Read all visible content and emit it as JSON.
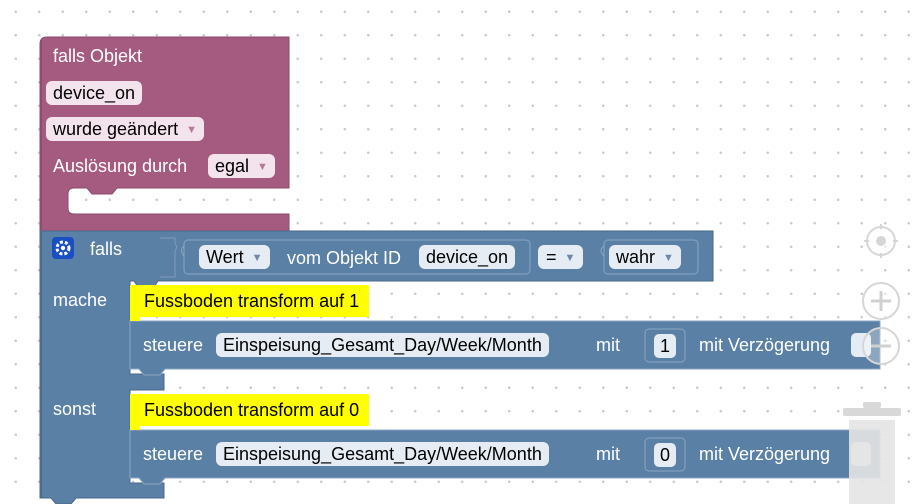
{
  "trigger": {
    "title": "falls Objekt",
    "object_id": "device_on",
    "event": "wurde geändert",
    "trigger_label": "Auslösung durch",
    "trigger_value": "egal"
  },
  "if_block": {
    "keyword": "falls",
    "value_dropdown": "Wert",
    "object_label": "vom Objekt ID",
    "object_id": "device_on",
    "operator": "=",
    "compare_value": "wahr",
    "then_keyword": "mache",
    "else_keyword": "sonst"
  },
  "then_branch": {
    "comment": "Fussboden transform auf 1",
    "action": "steuere",
    "target": "Einspeisung_Gesamt_Day/Week/Month",
    "with_label": "mit",
    "value": "1",
    "delay_label": "mit Verzögerung"
  },
  "else_branch": {
    "comment": "Fussboden transform auf 0",
    "action": "steuere",
    "target": "Einspeisung_Gesamt_Day/Week/Month",
    "with_label": "mit",
    "value": "0",
    "delay_label": "mit Verzögerung"
  },
  "colors": {
    "trigger_block": "#a55b80",
    "logic_block": "#5b80a5",
    "comment": "#ffff00",
    "field": "#e6ecf4"
  },
  "icons": {
    "mutator": "gear-icon",
    "recenter": "target-icon",
    "zoom_in": "zoom-in-icon",
    "zoom_out": "zoom-out-icon",
    "trash": "trash-icon"
  }
}
